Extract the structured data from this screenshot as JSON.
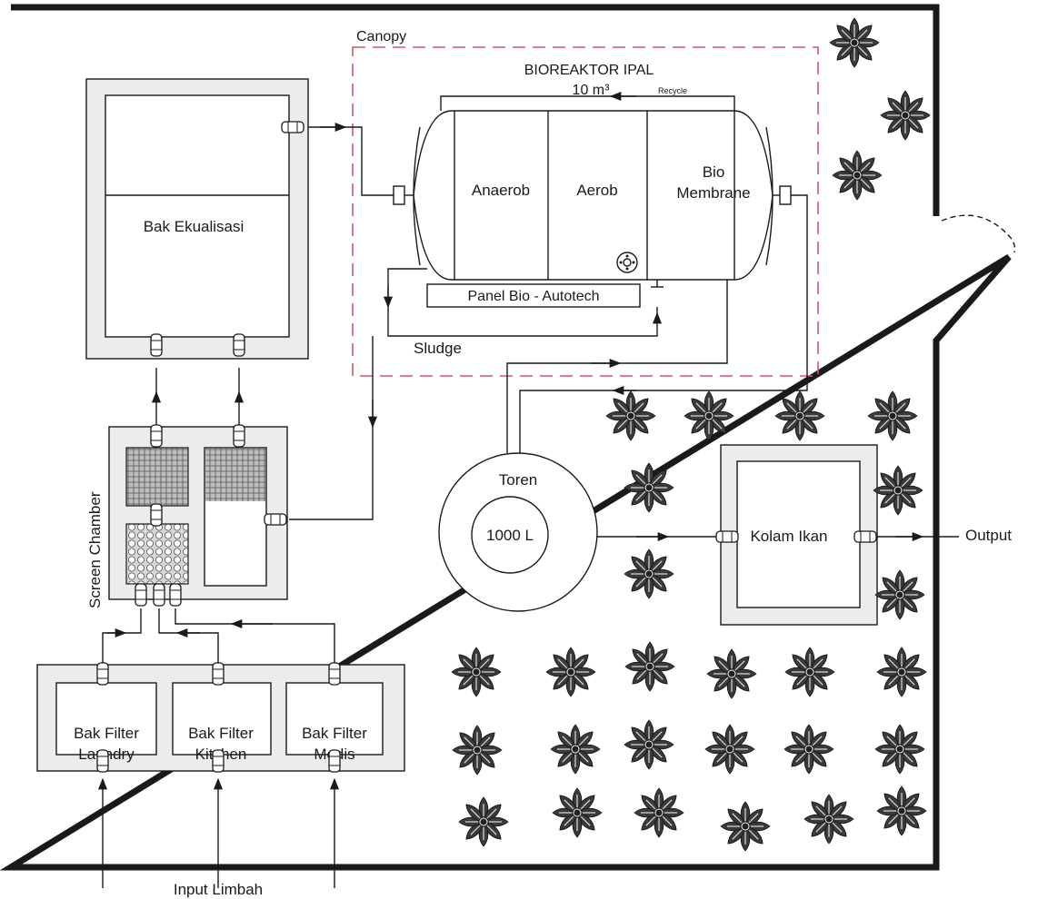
{
  "labels": {
    "canopy": "Canopy",
    "bioreaktor_title": "BIOREAKTOR IPAL",
    "bioreaktor_volume": "10 m³",
    "recycle": "Recycle",
    "anaerob": "Anaerob",
    "aerob": "Aerob",
    "bio_membrane_1": "Bio",
    "bio_membrane_2": "Membrane",
    "panel": "Panel Bio - Autotech",
    "sludge": "Sludge",
    "bak_ekualisasi": "Bak Ekualisasi",
    "screen_chamber": "Screen Chamber",
    "toren": "Toren",
    "toren_volume": "1000 L",
    "kolam_ikan": "Kolam Ikan",
    "output": "Output",
    "input_limbah": "Input Limbah",
    "filters": [
      {
        "line1": "Bak Filter",
        "line2": "Laundry"
      },
      {
        "line1": "Bak Filter",
        "line2": "Kitchen"
      },
      {
        "line1": "Bak Filter",
        "line2": "Medis"
      }
    ]
  },
  "colors": {
    "line": "#1a1a1a",
    "canopy_dash": "#d9536a",
    "wall_fill": "#ececec",
    "plant_fill": "#3a3a3a"
  },
  "icons": {
    "plant": "star-anise-plant-icon",
    "pipe": "pipe-connector-icon",
    "pump": "pump-icon"
  }
}
